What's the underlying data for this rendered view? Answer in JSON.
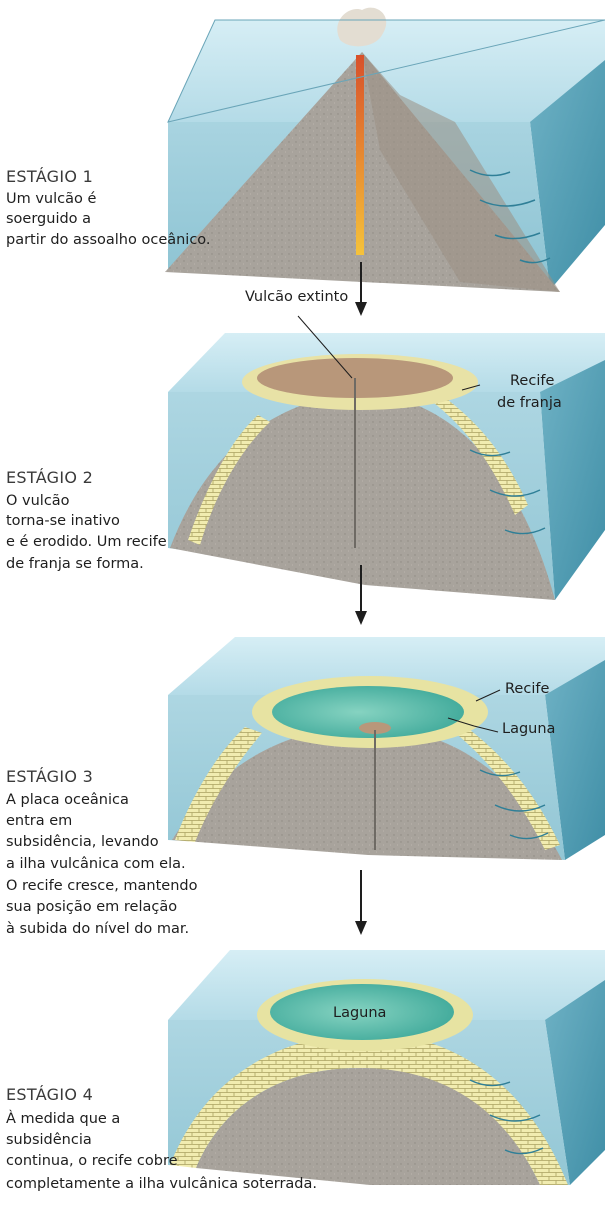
{
  "stages": [
    {
      "title": "ESTÁGIO 1",
      "lines": [
        "Um vulcão é",
        "soerguido a",
        "partir do assoalho oceânico."
      ]
    },
    {
      "title": "ESTÁGIO 2",
      "lines": [
        "O vulcão",
        "torna-se inativo",
        "e é erodido. Um recife",
        "de franja se forma."
      ]
    },
    {
      "title": "ESTÁGIO 3",
      "lines": [
        "A placa oceânica",
        "entra em",
        "subsidência, levando",
        "a ilha vulcânica com ela.",
        "O recife cresce, mantendo",
        "sua posição em relação",
        "à subida do nível do mar."
      ]
    },
    {
      "title": "ESTÁGIO 4",
      "lines": [
        "À medida que a",
        "subsidência",
        "continua,  o recife cobre",
        "completamente a ilha vulcânica soterrada."
      ]
    }
  ],
  "labels": {
    "extinct_volcano": "Vulcão extinto",
    "fringing_reef_line1": "Recife",
    "fringing_reef_line2": "de franja",
    "reef": "Recife",
    "lagoon_stage3": "Laguna",
    "lagoon_stage4": "Laguna"
  },
  "colors": {
    "water": "#a9d3e0",
    "water_deep": "#5fa9bc",
    "rock": "#a6a19a",
    "magma": "#f0a830",
    "reef": "#ece7a8",
    "lagoon": "#5fbfae",
    "eroded_top": "#b8977a"
  }
}
